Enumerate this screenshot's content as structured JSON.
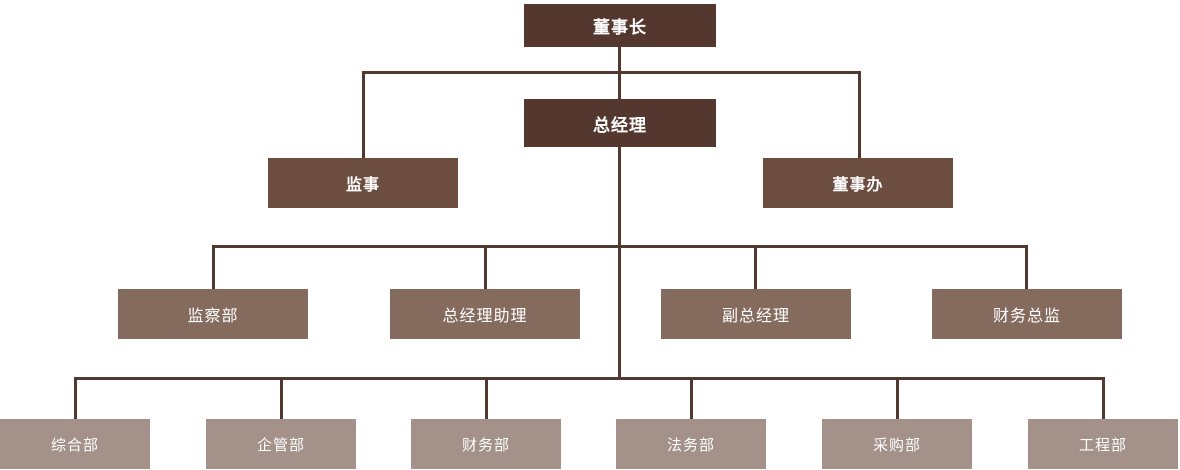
{
  "chart": {
    "type": "org-chart"
  },
  "colors": {
    "level1": "#54382f",
    "level2_side": "#6c4d40",
    "level3": "#856a5e",
    "level4": "#a3918a",
    "connector": "#523930",
    "text": "#ffffff",
    "background": "#ffffff"
  },
  "nodes": {
    "chairman": {
      "label": "董事长"
    },
    "general_manager": {
      "label": "总经理"
    },
    "supervisor": {
      "label": "监事"
    },
    "board_office": {
      "label": "董事办"
    },
    "supervision_dept": {
      "label": "监察部"
    },
    "gm_assistant": {
      "label": "总经理助理"
    },
    "deputy_general_manager": {
      "label": "副总经理"
    },
    "finance_director": {
      "label": "财务总监"
    },
    "general_office_dept": {
      "label": "综合部"
    },
    "enterprise_management_dept": {
      "label": "企管部"
    },
    "finance_dept": {
      "label": "财务部"
    },
    "legal_dept": {
      "label": "法务部"
    },
    "procurement_dept": {
      "label": "采购部"
    },
    "engineering_dept": {
      "label": "工程部"
    }
  }
}
